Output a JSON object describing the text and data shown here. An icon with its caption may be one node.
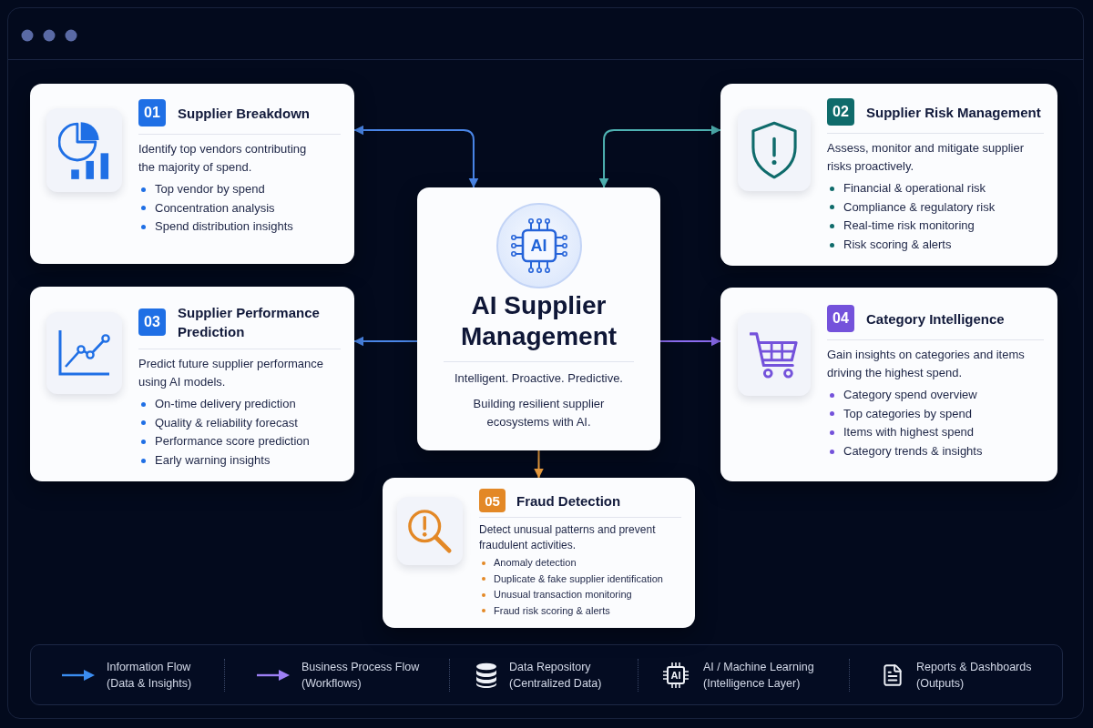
{
  "diagram": {
    "nodes": [
      {
        "text": [
          "01",
          "Supplier Breakdown",
          "Identify top vendors contributing the majority of spend.",
          "Top vendor by spend",
          "Concentration analysis",
          "Spend distribution insights"
        ]
      },
      {
        "text": [
          "02",
          "Supplier Risk Management",
          "Assess, monitor and mitigate supplier risks proactively.",
          "Financial & operational risk",
          "Compliance & regulatory risk",
          "Real-time risk monitoring",
          "Risk scoring & alerts"
        ]
      },
      {
        "text": [
          "AI",
          "AI Supplier Management",
          "Intelligent. Proactive. Predictive.",
          "Building resilient supplier ecosystems with AI."
        ]
      },
      {
        "text": [
          "03",
          "Supplier Performance Prediction",
          "Predict future supplier performance using AI models.",
          "On-time delivery prediction",
          "Quality & reliability forecast",
          "Performance score prediction",
          "Early warning insights"
        ]
      },
      {
        "text": [
          "04",
          "Category Intelligence",
          "Gain insights on categories and items driving the highest spend.",
          "Category spend overview",
          "Top categories by spend",
          "Items with highest spend",
          "Category trends & insights"
        ]
      },
      {
        "text": [
          "05",
          "Fraud Detection",
          "Detect unusual patterns and prevent fraudulent activities.",
          "Anomaly detection",
          "Duplicate & fake supplier identification",
          "Unusual transaction monitoring",
          "Fraud risk scoring & alerts"
        ]
      }
    ],
    "edges": [
      {
        "from": 2,
        "to": 0,
        "arrow": "both",
        "color": "#4a86e8"
      },
      {
        "from": 2,
        "to": 1,
        "arrow": "both",
        "color": "#4fb3b3"
      },
      {
        "from": 2,
        "to": 3,
        "arrow": "to",
        "color": "#4a86e8"
      },
      {
        "from": 2,
        "to": 4,
        "arrow": "to",
        "color": "#8b6cf0"
      },
      {
        "from": 2,
        "to": 5,
        "arrow": "to",
        "color": "#f0a040"
      }
    ],
    "labels": [
      "AI"
    ],
    "legend": [
      {
        "text": "Information Flow (Data & Insights)"
      },
      {
        "text": "Business Process Flow (Workflows)"
      },
      {
        "text": "Data Repository (Centralized Data)"
      },
      {
        "text": "AI / Machine Learning (Intelligence Layer)"
      },
      {
        "text": "Reports & Dashboards (Outputs)"
      }
    ]
  }
}
